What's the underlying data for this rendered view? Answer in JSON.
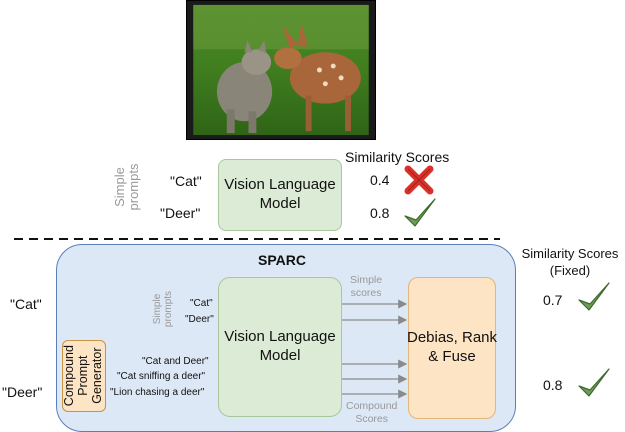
{
  "top": {
    "simple_prompts_label": "Simple\nprompts",
    "prompt_cat": "\"Cat\"",
    "prompt_deer": "\"Deer\"",
    "vlm_label": "Vision Language\nModel",
    "scores_title": "Similarity Scores",
    "score_cat": "0.4",
    "score_deer": "0.8"
  },
  "sparc": {
    "title": "SPARC",
    "simple_prompts_label": "Simple\nprompts",
    "simple_cat": "\"Cat\"",
    "simple_deer": "\"Deer\"",
    "compound_prompts": [
      "\"Cat and Deer\"",
      "\"Cat sniffing a deer\"",
      "\"Lion chasing a deer\""
    ],
    "vlm_label": "Vision Language\nModel",
    "simple_scores_label": "Simple\nscores",
    "compound_scores_label": "Compound\nScores",
    "debias_label": "Debias, Rank\n& Fuse",
    "generator_label": "Compound\nPrompt\nGenerator"
  },
  "left_labels": {
    "cat": "\"Cat\"",
    "deer": "\"Deer\""
  },
  "fixed": {
    "title": "Similarity Scores\n(Fixed)",
    "score_cat": "0.7",
    "score_deer": "0.8"
  },
  "icons": {
    "wrong": "cross-icon",
    "right": "checkmark-icon"
  },
  "colors": {
    "vlm_fill": "#dcebd6",
    "sparc_fill": "#dce8f6",
    "debias_fill": "#fde4c4",
    "cross": "#d9322b",
    "check": "#5f8f4b"
  }
}
